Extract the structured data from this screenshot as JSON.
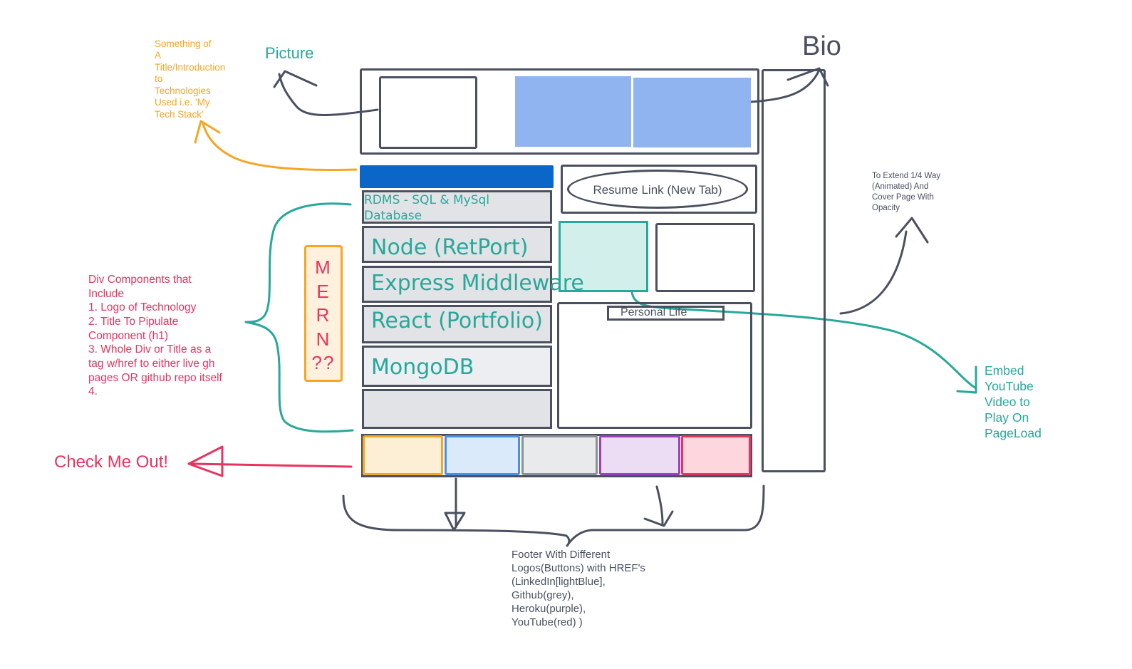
{
  "annotations": {
    "picture": "Picture",
    "bio": "Bio",
    "title_intro": "Something of\nA\nTitle/Introduction\nto\nTechnologies\nUsed i.e. 'My\nTech Stack'",
    "div_components": "Div Components that\nInclude\n1. Logo of Technology\n2. Title To Pipulate\nComponent (h1)\n3.  Whole Div or Title as a\ntag w/href to either live gh\npages OR github repo itself\n4.",
    "mern": "M\nE\nR\nN\n??",
    "check_me_out": "Check Me Out!",
    "extend_note": "To Extend 1/4 Way\n(Animated) And\nCover Page With\nOpacity",
    "embed_youtube": "Embed\nYouTube\nVideo to\nPlay On\nPageLoad",
    "footer_note": "Footer With Different\nLogos(Buttons) with HREF's\n(LinkedIn[lightBlue],\nGithub(grey),\nHeroku(purple),\nYouTube(red) )"
  },
  "wireframe": {
    "resume_link": "Resume Link (New Tab)",
    "personal_life": "Personal Life",
    "tech_stack": [
      {
        "label": "RDMS - SQL & MySql\nDatabase"
      },
      {
        "label": "Node (RetPort)"
      },
      {
        "label": "Express Middleware"
      },
      {
        "label": "React (Portfolio)"
      },
      {
        "label": "MongoDB"
      },
      {
        "label": ""
      }
    ]
  },
  "colors": {
    "ink": "#4a5060",
    "orange": "#f5a623",
    "teal": "#27a89a",
    "pink": "#e8335f",
    "blue_fill": "#8fb4ef",
    "title_bar": "#0a66c8",
    "video_fill": "#d3efec",
    "footer": [
      {
        "name": "orange",
        "fill": "#fdeed6",
        "border": "#f5a623"
      },
      {
        "name": "lightBlue",
        "fill": "#dbeafb",
        "border": "#4a90e2"
      },
      {
        "name": "grey",
        "fill": "#e9eaec",
        "border": "#8a8f99"
      },
      {
        "name": "purple",
        "fill": "#ecdcf4",
        "border": "#9b40c0"
      },
      {
        "name": "red",
        "fill": "#fdd6de",
        "border": "#e8335f"
      }
    ]
  }
}
